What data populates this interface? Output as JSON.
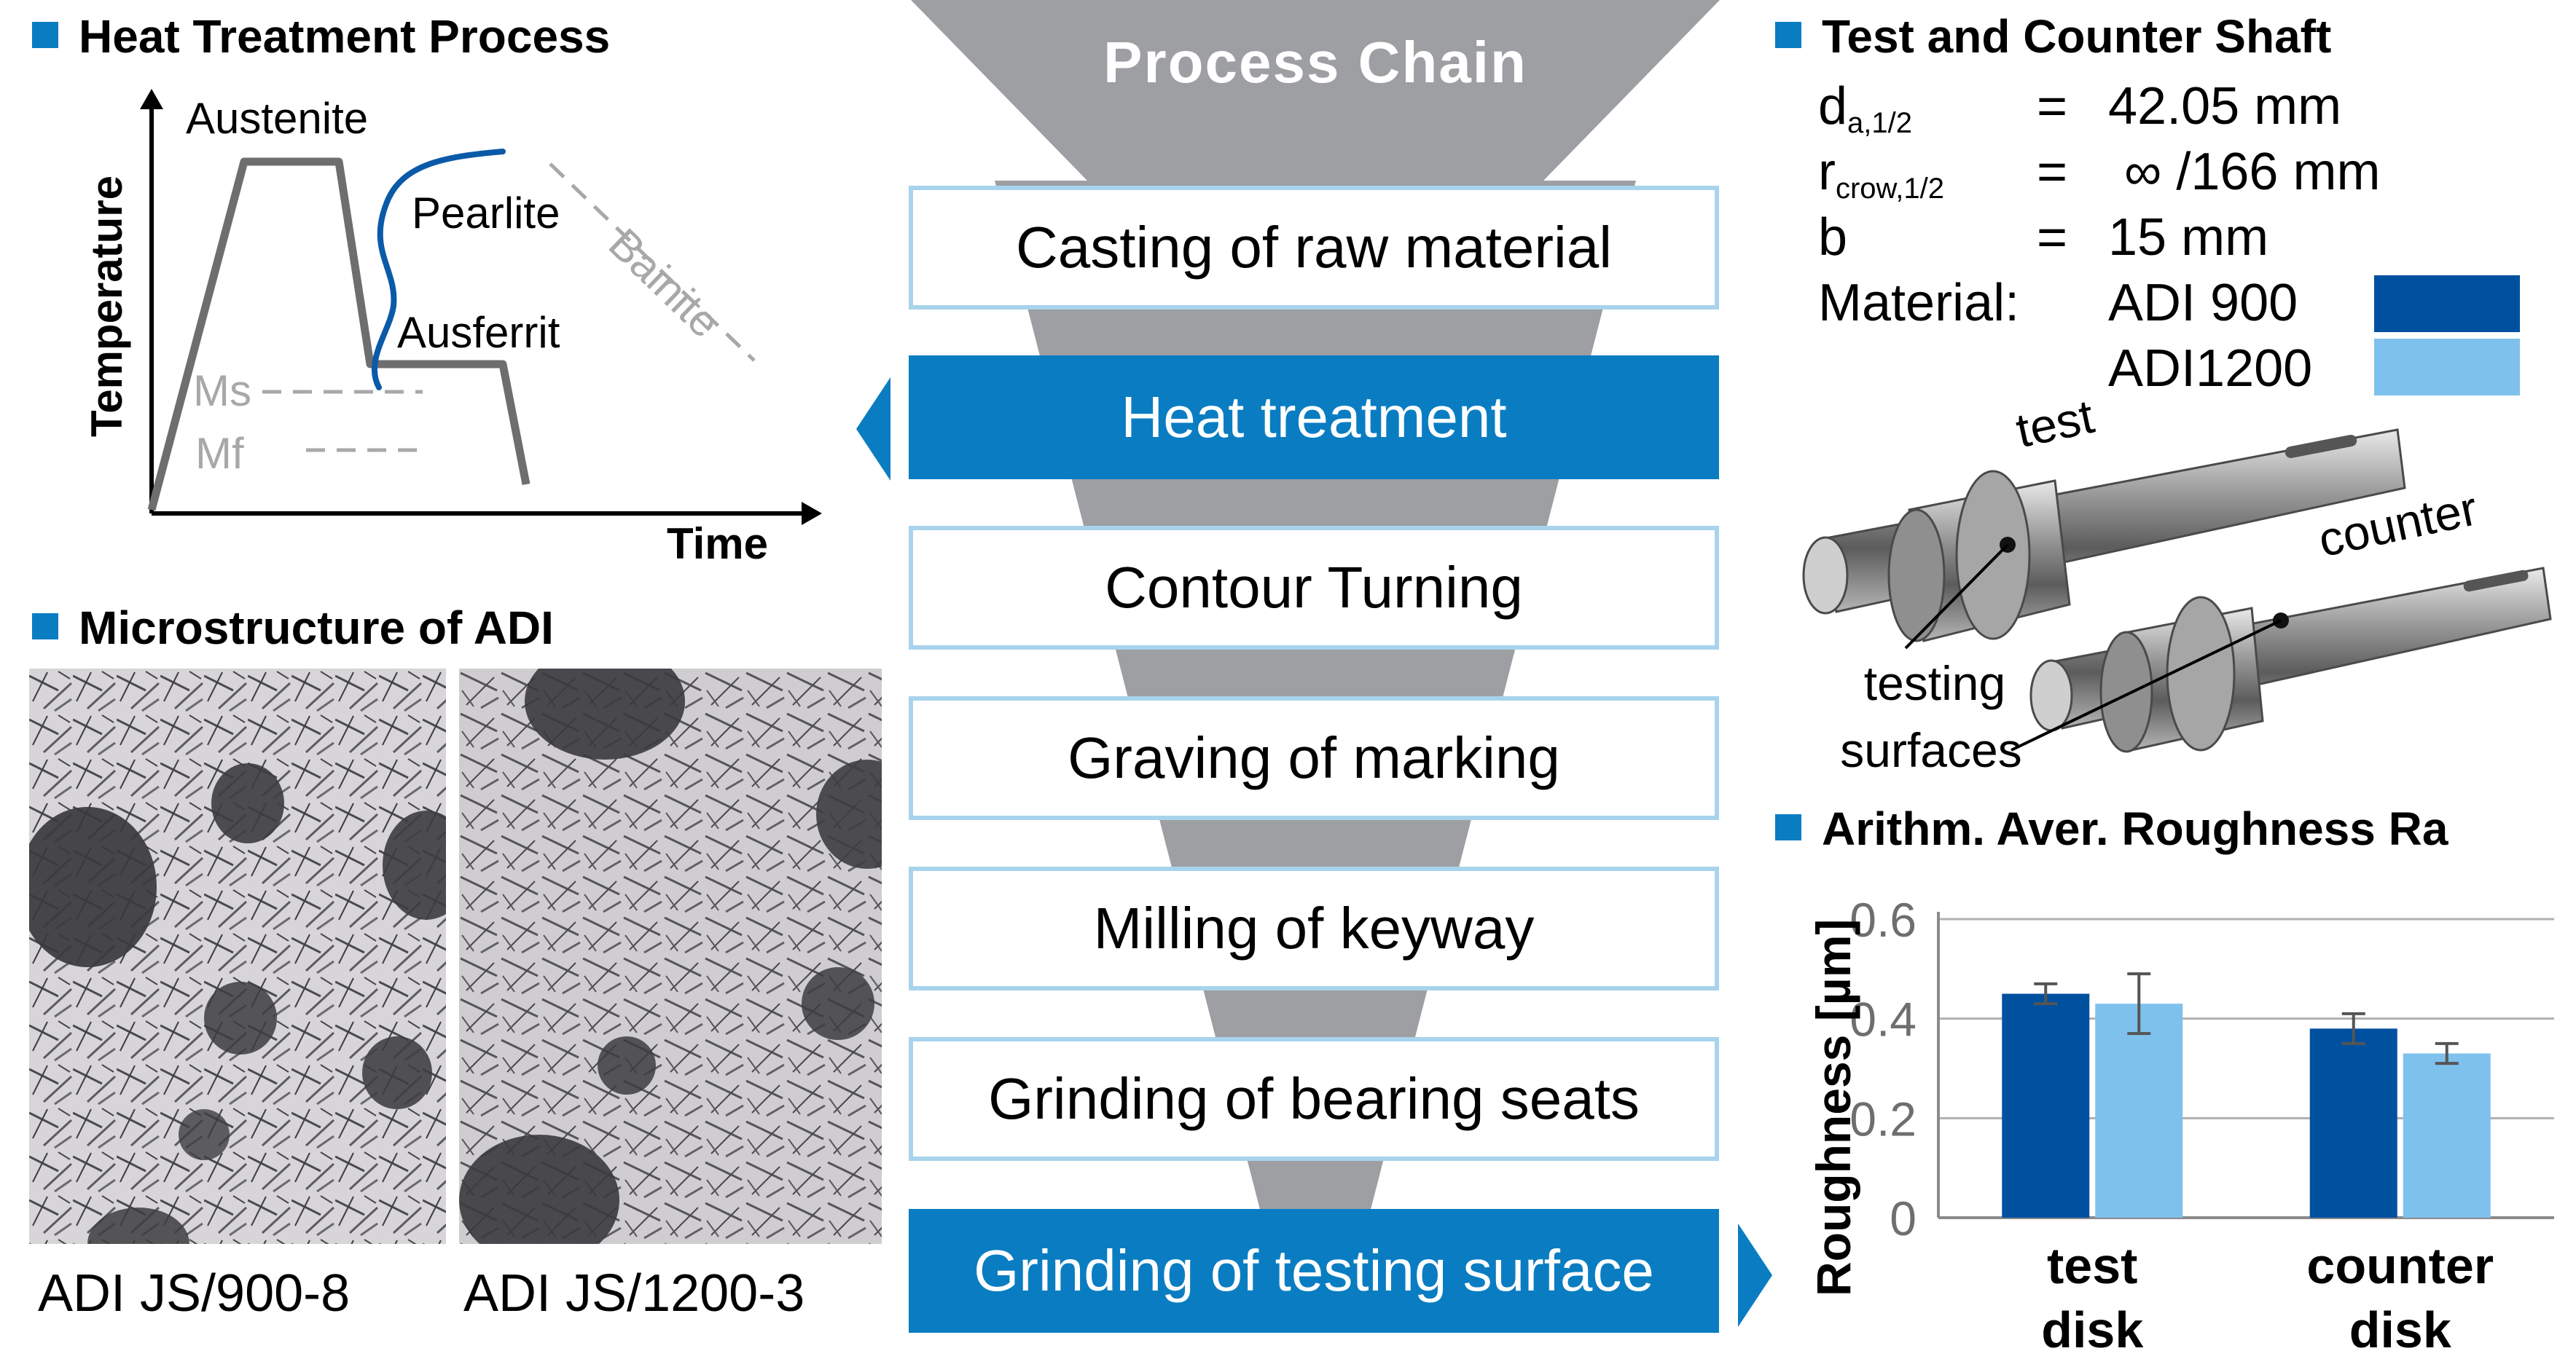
{
  "heat_treatment": {
    "title": "Heat Treatment Process",
    "y_label": "Temperature",
    "x_label": "Time",
    "phases": {
      "austenite": "Austenite",
      "pearlite": "Pearlite",
      "bainite": "Bainite",
      "ausferrit": "Ausferrit",
      "ms": "Ms",
      "mf": "Mf"
    }
  },
  "microstructure": {
    "title": "Microstructure of ADI",
    "samples": [
      {
        "caption": "ADI JS/900-8"
      },
      {
        "caption": "ADI JS/1200-3"
      }
    ]
  },
  "process_chain": {
    "title": "Process Chain",
    "steps": [
      {
        "label": "Casting of raw material",
        "active": false
      },
      {
        "label": "Heat treatment",
        "active": true
      },
      {
        "label": "Contour Turning",
        "active": false
      },
      {
        "label": "Graving of marking",
        "active": false
      },
      {
        "label": "Milling of keyway",
        "active": false
      },
      {
        "label": "Grinding of bearing seats",
        "active": false
      },
      {
        "label": "Grinding of testing surface",
        "active": true
      }
    ]
  },
  "shaft": {
    "title": "Test and Counter Shaft",
    "specs": [
      {
        "symbol": "d",
        "sub": "a,1/2",
        "eq": "=",
        "value": "42.05 mm"
      },
      {
        "symbol": "r",
        "sub": "crow,1/2",
        "eq": "=",
        "value": "∞ /166 mm"
      },
      {
        "symbol": "b",
        "sub": "",
        "eq": "=",
        "value": "15 mm"
      }
    ],
    "material_label": "Material:",
    "materials": [
      {
        "name": "ADI 900",
        "color": "#0050a0"
      },
      {
        "name": "ADI1200",
        "color": "#7ec1ec"
      }
    ],
    "labels": {
      "test": "test",
      "counter": "counter",
      "testing": "testing",
      "surfaces": "surfaces"
    }
  },
  "chart_data": {
    "type": "bar",
    "title": "Arithm. Aver. Roughness Ra",
    "ylabel": "Roughness [µm]",
    "xlabel": "",
    "categories": [
      [
        "test",
        "disk"
      ],
      [
        "counter",
        "disk"
      ]
    ],
    "ylim": [
      0,
      0.6
    ],
    "yticks": [
      0,
      0.2,
      0.4,
      0.6
    ],
    "ytick_labels": [
      "0",
      "0.2",
      "0.4",
      "0.6"
    ],
    "grid": true,
    "series": [
      {
        "name": "ADI 900",
        "color": "#0050a0",
        "values": [
          0.45,
          0.38
        ],
        "errors": [
          0.02,
          0.03
        ]
      },
      {
        "name": "ADI1200",
        "color": "#7ec1ec",
        "values": [
          0.43,
          0.33
        ],
        "errors": [
          0.06,
          0.02
        ]
      }
    ]
  },
  "colors": {
    "accent": "#0a7dc2",
    "box_border": "#a8d3ec",
    "funnel": "#9d9fa2",
    "curve_gray": "#6e6e6e",
    "pearlite_curve": "#0b5aa8",
    "faded": "#a8a8a8"
  }
}
